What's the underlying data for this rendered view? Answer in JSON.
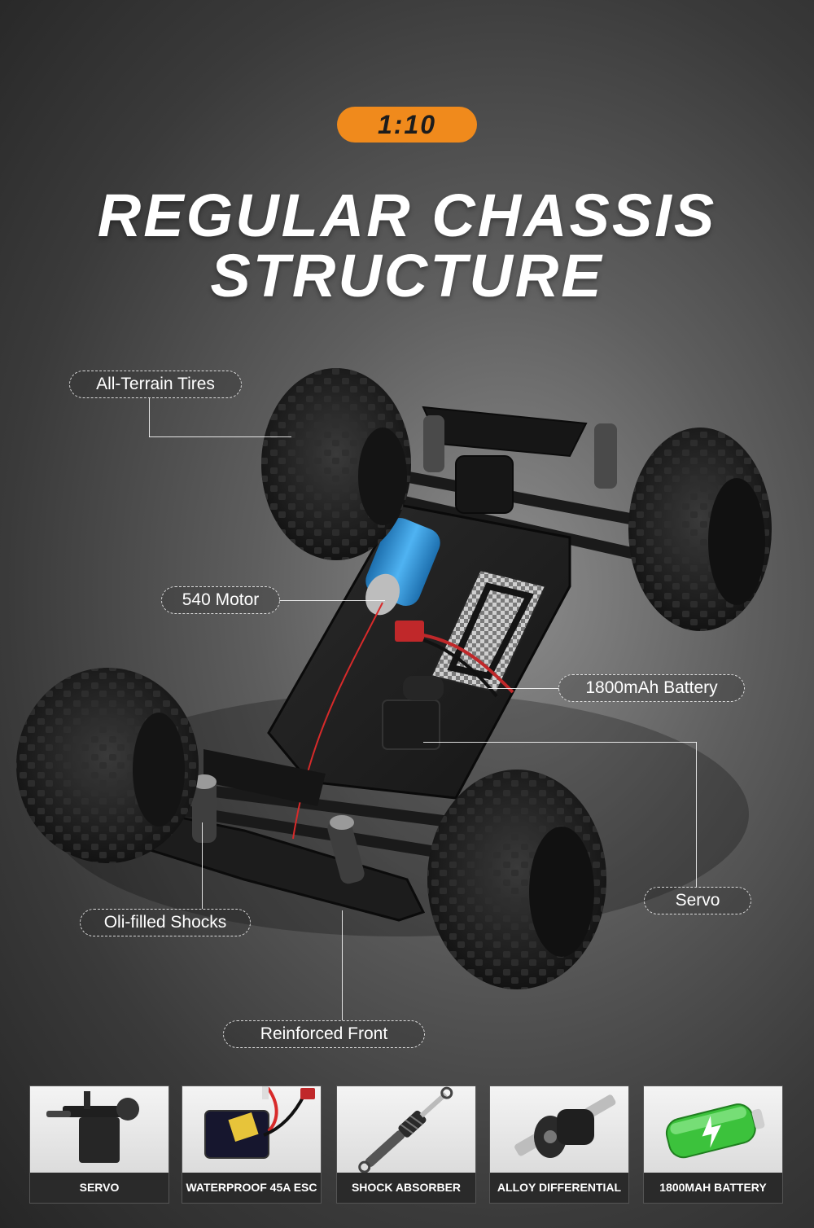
{
  "header": {
    "scale_badge": "1:10",
    "title_line1": "REGULAR CHASSIS",
    "title_line2": "STRUCTURE"
  },
  "callouts": {
    "tires": "All-Terrain Tires",
    "motor": "540 Motor",
    "battery": "1800mAh Battery",
    "servo": "Servo",
    "shocks": "Oli-filled Shocks",
    "front": "Reinforced Front"
  },
  "parts": [
    {
      "caption": "SERVO",
      "icon": "servo-icon"
    },
    {
      "caption": "WATERPROOF 45A ESC",
      "icon": "esc-icon"
    },
    {
      "caption": "SHOCK ABSORBER",
      "icon": "shock-absorber-icon"
    },
    {
      "caption": "ALLOY DIFFERENTIAL",
      "icon": "differential-icon"
    },
    {
      "caption": "1800MAH BATTERY",
      "icon": "battery-icon"
    }
  ],
  "colors": {
    "accent": "#f08a1c",
    "motor_blue": "#2a8fd6",
    "battery_green": "#3cc23c",
    "connector_red": "#c0282a"
  }
}
